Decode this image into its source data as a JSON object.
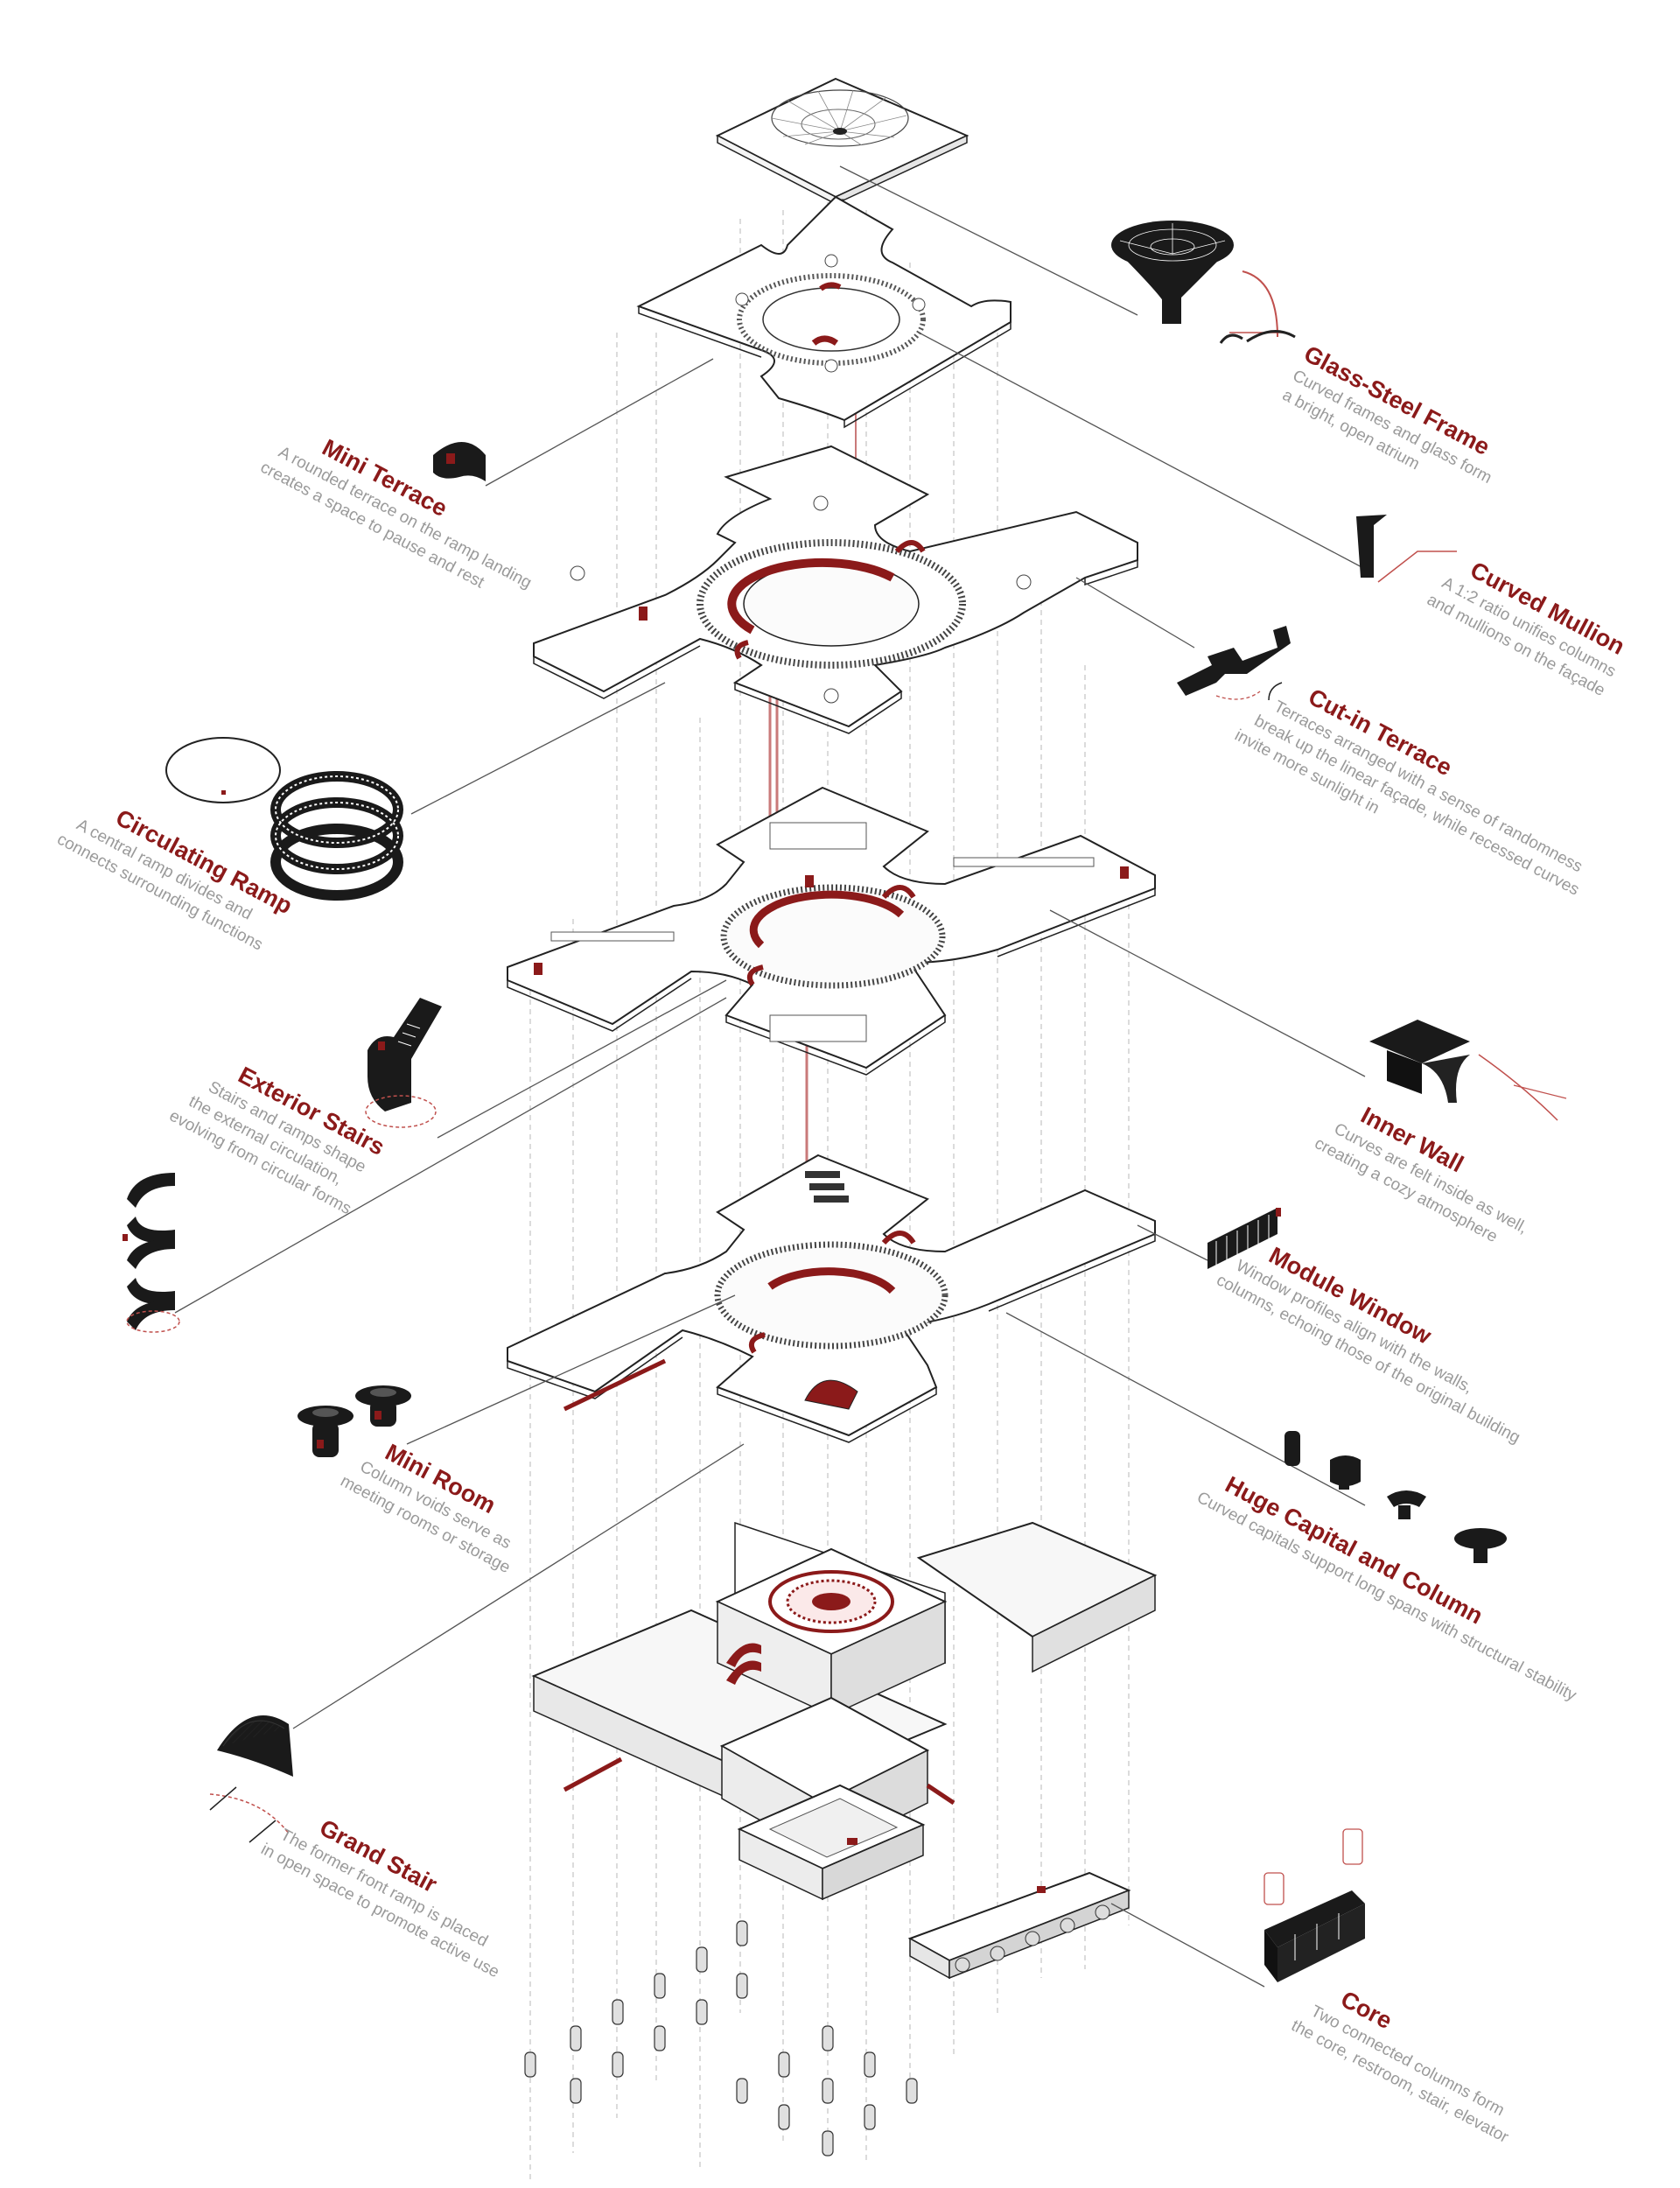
{
  "colors": {
    "accent": "#8b1a1a",
    "ink": "#1a1a1a",
    "muted": "#9a9a9a",
    "guide": "#c8c8c8"
  },
  "annotations": [
    {
      "id": "glass-steel-frame",
      "title": "Glass-Steel Frame",
      "lines": [
        "Curved frames and glass form",
        "a bright, open atrium"
      ],
      "icon": "glass-steel-frame-icon"
    },
    {
      "id": "mini-terrace",
      "title": "Mini Terrace",
      "lines": [
        "A rounded terrace on the ramp landing",
        "creates a space to pause and rest"
      ],
      "icon": "mini-terrace-icon"
    },
    {
      "id": "curved-mullion",
      "title": "Curved Mullion",
      "lines": [
        "A 1:2 ratio unifies columns",
        "and mullions on the façade"
      ],
      "icon": "curved-mullion-icon"
    },
    {
      "id": "cut-in-terrace",
      "title": "Cut-in Terrace",
      "lines": [
        "Terraces arranged with a sense of randomness",
        "break up the linear façade, while recessed curves",
        "invite more sunlight in"
      ],
      "icon": "cut-in-terrace-icon"
    },
    {
      "id": "circulating-ramp",
      "title": "Circulating Ramp",
      "lines": [
        "A central ramp divides and",
        "connects surrounding functions"
      ],
      "icon": "circulating-ramp-icon"
    },
    {
      "id": "exterior-stairs",
      "title": "Exterior Stairs",
      "lines": [
        "Stairs and ramps shape",
        "the external circulation,",
        "evolving from circular forms"
      ],
      "icon": "exterior-stairs-icon"
    },
    {
      "id": "inner-wall",
      "title": "Inner  Wall",
      "lines": [
        "Curves are felt inside as well,",
        "creating a cozy atmosphere"
      ],
      "icon": "inner-wall-icon"
    },
    {
      "id": "module-window",
      "title": "Module Window",
      "lines": [
        "Window profiles align with the walls,",
        "columns, echoing those of the original building"
      ],
      "icon": "module-window-icon"
    },
    {
      "id": "mini-room",
      "title": "Mini Room",
      "lines": [
        "Column voids serve as",
        "meeting rooms or storage"
      ],
      "icon": "mini-room-icon"
    },
    {
      "id": "huge-capital",
      "title": "Huge Capital and Column",
      "lines": [
        "Curved capitals support long spans with structural stability"
      ],
      "icon": "huge-capital-icon"
    },
    {
      "id": "grand-stair",
      "title": "Grand Stair",
      "lines": [
        "The former front ramp is placed",
        "in open space to promote active use"
      ],
      "icon": "grand-stair-icon"
    },
    {
      "id": "core",
      "title": "Core",
      "lines": [
        "Two connected columns form",
        "the core, restroom, stair, elevator"
      ],
      "icon": "core-icon"
    }
  ]
}
